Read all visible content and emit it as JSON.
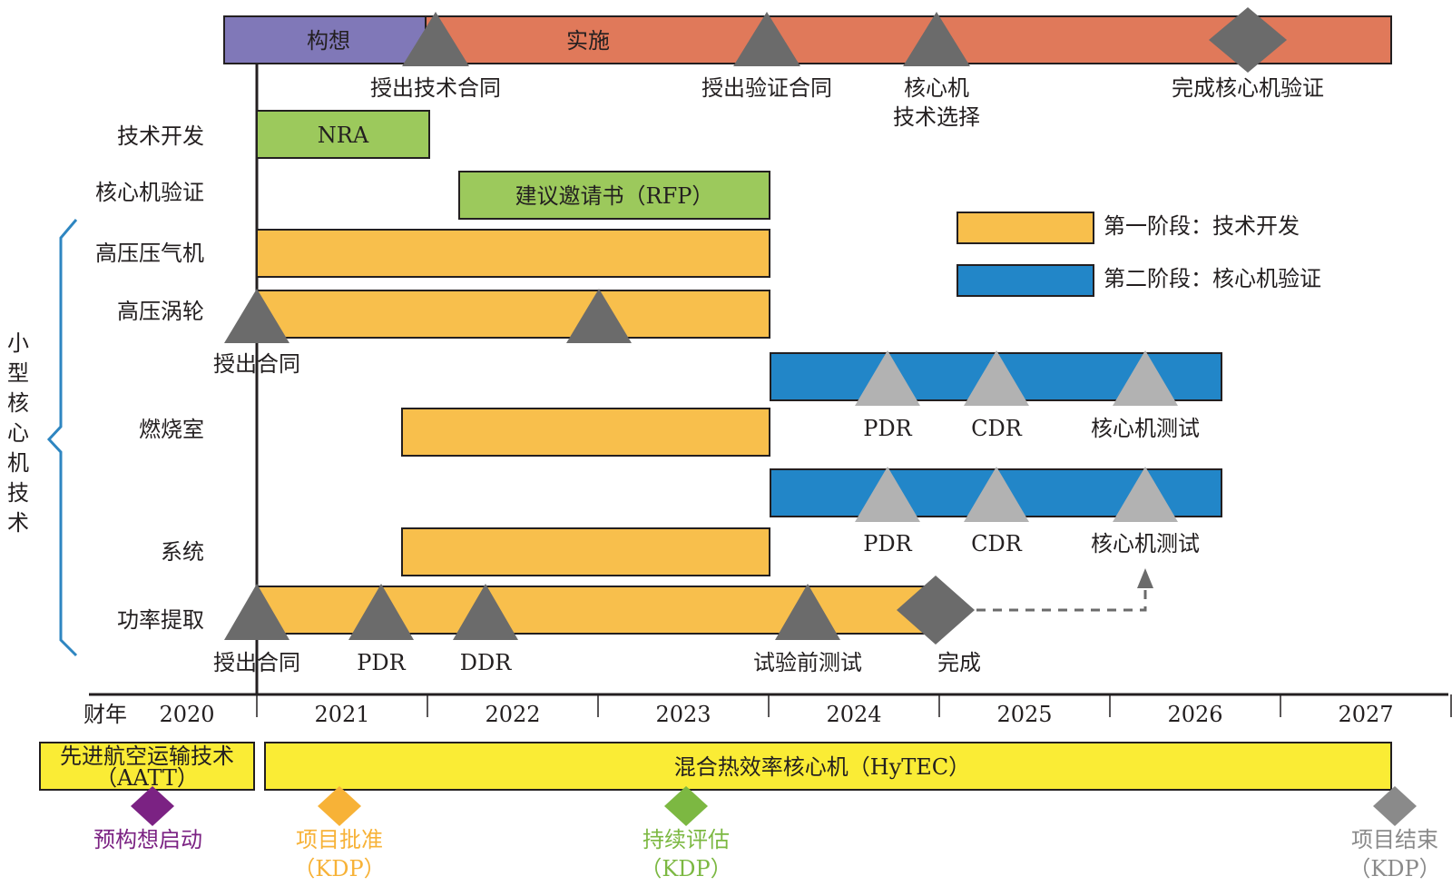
{
  "colors": {
    "purple_phase": "#8078b8",
    "orange_phase": "#e0795a",
    "green": "#9cc95c",
    "yellow_orange": "#f8bf4c",
    "blue": "#2286c8",
    "yellow": "#faec35",
    "dark_gray": "#6b6b6b",
    "light_gray": "#b2b2b2",
    "brace_blue": "#2e86c1",
    "purple_kdp": "#7b2283",
    "orange_kdp": "#f7b237",
    "green_kdp": "#7cb842",
    "gray_kdp": "#8a8a8a"
  },
  "phases": {
    "concept": "构想",
    "implement": "实施"
  },
  "top_milestones": [
    {
      "label": "授出技术合同"
    },
    {
      "label": "授出验证合同"
    },
    {
      "label_line1": "核心机",
      "label_line2": "技术选择"
    },
    {
      "label": "完成核心机验证"
    }
  ],
  "rows": {
    "tech_dev": "技术开发",
    "core_verify": "核心机验证",
    "hpc": "高压压气机",
    "hpt": "高压涡轮",
    "combustor": "燃烧室",
    "system": "系统",
    "power": "功率提取"
  },
  "bars": {
    "nra": "NRA",
    "rfp": "建议邀请书（RFP）"
  },
  "brace_label": "小型核心机技术",
  "legend": [
    {
      "label": "第一阶段：技术开发"
    },
    {
      "label": "第二阶段：核心机验证"
    }
  ],
  "milestone_labels": {
    "hpt_award": "授出合同",
    "pdr": "PDR",
    "cdr": "CDR",
    "core_test": "核心机测试",
    "power_award": "授出合同",
    "power_pdr": "PDR",
    "power_ddr": "DDR",
    "pre_test": "试验前测试",
    "complete": "完成"
  },
  "axis": {
    "fy_label": "财年",
    "years": [
      "2020",
      "2021",
      "2022",
      "2023",
      "2024",
      "2025",
      "2026",
      "2027"
    ]
  },
  "programs": {
    "aatt": "先进航空运输技术",
    "aatt_abbr": "（AATT）",
    "hytec": "混合热效率核心机（HyTEC）"
  },
  "kdp": [
    {
      "label": "预构想启动"
    },
    {
      "label": "项目批准",
      "sub": "（KDP）"
    },
    {
      "label": "持续评估",
      "sub": "（KDP）"
    },
    {
      "label": "项目结束",
      "sub": "（KDP）"
    }
  ]
}
